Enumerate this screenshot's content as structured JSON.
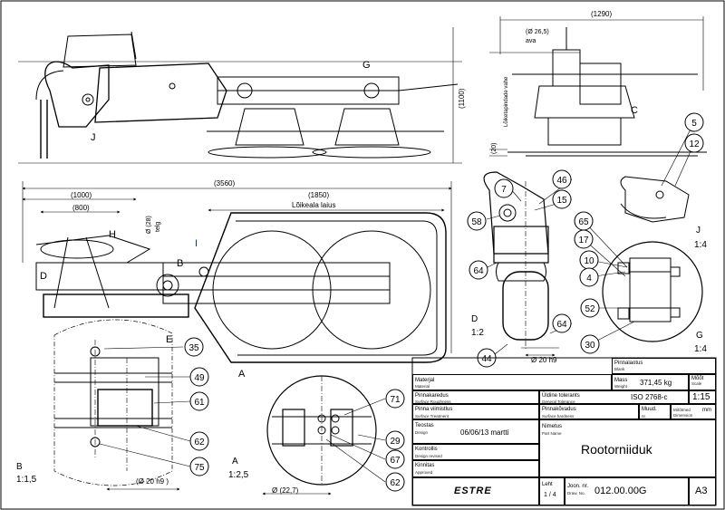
{
  "views": {
    "top_left_letters": [
      "J",
      "G"
    ],
    "top_right_letter": "C",
    "plan_letters": [
      "H",
      "D",
      "I",
      "B",
      "E",
      "A"
    ],
    "detail_labels": [
      {
        "letter": "B",
        "scale": "1:1,5"
      },
      {
        "letter": "A",
        "scale": "1:2,5"
      },
      {
        "letter": "D",
        "scale": "1:2"
      },
      {
        "letter": "G",
        "scale": "1:4"
      },
      {
        "letter": "J",
        "scale": "1:4"
      }
    ]
  },
  "dimensions": {
    "height_1100": "(1100)",
    "width_1290": "(1290)",
    "shaft_dia": "(Ø 26,5)",
    "ava": "ava",
    "lower_20": "(20)",
    "cutter_gap": "Lõiketapindade vahe",
    "total_3560": "(3560)",
    "d_1000": "(1000)",
    "d_800": "(800)",
    "d_28": "Ø (28)",
    "telg": "telg",
    "d_1850": "(1850)",
    "cut_width": "Lõikeala laius",
    "d_20h9_d": "Ø 20 h9",
    "d_20h9_b": "(Ø 20 h9 )",
    "d_227": "Ø (22,7)"
  },
  "balloons": [
    "5",
    "12",
    "7",
    "46",
    "15",
    "58",
    "65",
    "17",
    "10",
    "4",
    "64",
    "52",
    "64",
    "30",
    "44",
    "35",
    "49",
    "61",
    "62",
    "75",
    "71",
    "29",
    "67",
    "62"
  ],
  "title_block": {
    "pinnalaotus": "Pinnalaotus",
    "blank": "Blank",
    "material": "Materjal",
    "material_en": "Material",
    "mass": "Mass",
    "weight_en": "Weight",
    "mass_value": "371,45 kg",
    "moot": "Mõõt",
    "scale_en": "Scale",
    "scale_value": "1:15",
    "pinnakaredus": "Pinnakaredus",
    "surface_roughness": "Surface Roughness",
    "uldine_tolerants": "Üldine tolerants",
    "general_tolerance": "General Tolerance",
    "iso": "ISO 2768-c",
    "pinna_viimistlus": "Pinna viimistlus",
    "surface_treatment": "Surface Treatment",
    "pinnakovadus": "Pinnakõvadus",
    "surface_hardness": "Surface hardness",
    "muud": "Muud.",
    "muud_nr": "nr.",
    "mootmed": "Mõõtmed",
    "dimension": "Dimension",
    "mm": "mm",
    "teostas": "Teostas",
    "design_en": "Design",
    "date_designer": "06/06/13  martti",
    "nimetus": "Nimetus",
    "part_name": "Part Name",
    "part_name_value": "Rootorniiduk",
    "kontrollis": "Kontrollis",
    "design_revised": "Design revised",
    "kinnitas": "Kinnitas",
    "approved": "Approved",
    "company": "ESTRE",
    "leht": "Leht",
    "sheet_value": "1 / 4",
    "joon_nr": "Joon. nr.",
    "draw_no": "Draw. No.",
    "drawing_number": "012.00.00G",
    "format": "A3"
  }
}
